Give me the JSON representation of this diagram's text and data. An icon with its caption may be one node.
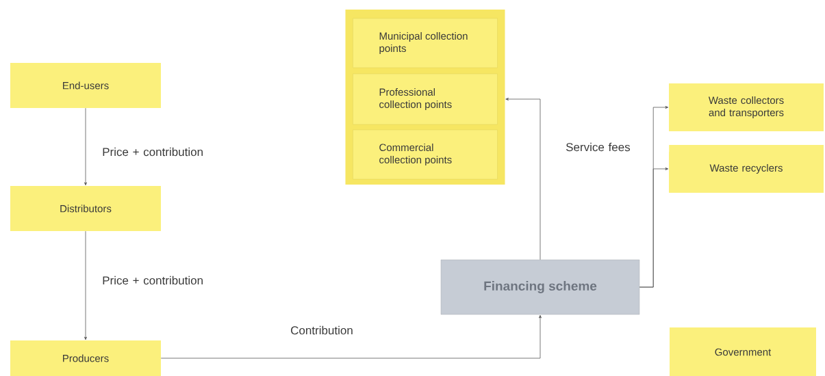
{
  "diagram": {
    "nodes": [
      {
        "text": [
          "End-users"
        ]
      },
      {
        "text": [
          "Distributors"
        ]
      },
      {
        "text": [
          "Producers"
        ]
      },
      {
        "text": [],
        "shape": "box"
      },
      {
        "text": [
          "Municipal collection points"
        ],
        "in": 3
      },
      {
        "text": [
          "Professional collection points"
        ],
        "in": 3
      },
      {
        "text": [
          "Commercial collection points"
        ],
        "in": 3
      },
      {
        "text": [
          "Financing scheme"
        ]
      },
      {
        "text": [
          "Waste collectors and transporters"
        ]
      },
      {
        "text": [
          "Waste recyclers"
        ]
      },
      {
        "text": [
          "Government"
        ]
      }
    ],
    "edges": [
      {
        "from": 0,
        "to": 1,
        "arrow": "to",
        "label": "Price + contribution"
      },
      {
        "from": 1,
        "to": 2,
        "arrow": "to",
        "label": "Price + contribution"
      },
      {
        "from": 2,
        "to": 7,
        "arrow": "to",
        "label": "Contribution"
      },
      {
        "from": 7,
        "to": 3,
        "arrow": "to",
        "label": "Service fees"
      },
      {
        "from": 7,
        "to": 8,
        "arrow": "to"
      },
      {
        "from": 7,
        "to": 9,
        "arrow": "to"
      }
    ]
  }
}
